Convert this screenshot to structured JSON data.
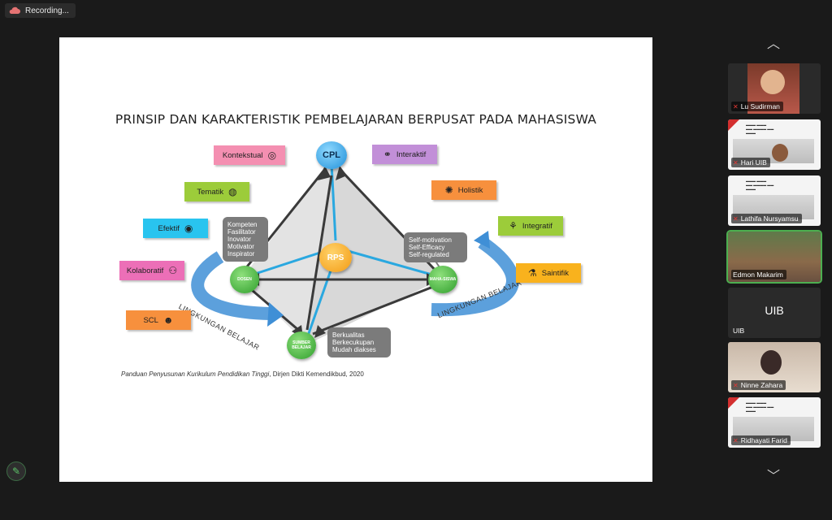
{
  "recording": {
    "label": "Recording..."
  },
  "slide": {
    "title": "PRINSIP DAN KARAKTERISTIK PEMBELAJARAN BERPUSAT PADA MAHASISWA",
    "source_italic": "Panduan Penyusunan Kurikulum Pendidikan Tinggi",
    "source_rest": ", Dirjen Dikti Kemendikbud, 2020",
    "nodes": {
      "cpl": "CPL",
      "rps": "RPS",
      "dosen": "DOSEN",
      "mahasiswa": "MAHA-SISWA",
      "sumber": "SUMBER BELAJAR"
    },
    "tags": {
      "kontekstual": "Kontekstual",
      "tematik": "Tematik",
      "efektif": "Efektif",
      "kolaboratif": "Kolaboratif",
      "scl": "SCL",
      "interaktif": "Interaktif",
      "holistik": "Holistik",
      "integratif": "Integratif",
      "saintifik": "Saintifik"
    },
    "bubbles": {
      "dosen": [
        "Kompeten",
        "Fasilitator",
        "Inovator",
        "Motivator",
        "Inspirator"
      ],
      "mahasiswa": [
        "Self-motivation",
        "Self-Efficacy",
        "Self-regulated"
      ],
      "sumber": [
        "Berkualitas",
        "Berkecukupan",
        "Mudah diakses"
      ]
    },
    "env_left": "LINGKUNGAN BELAJAR",
    "env_right": "LINGKUNGAN BELAJAR",
    "colors": {
      "pink": "#f48fb1",
      "green": "#9ccc3a",
      "cyan": "#29c4ef",
      "magenta": "#ec6fb7",
      "orange": "#f7903d",
      "purple": "#c28fd8",
      "yellow": "#f9b21d",
      "arrow": "#3f8fd6"
    }
  },
  "participants": [
    {
      "name": "Lu Sudirman",
      "muted": true
    },
    {
      "name": "Hari UIB",
      "muted": true
    },
    {
      "name": "Lathifa Nursyamsu",
      "muted": true
    },
    {
      "name": "Edmon Makarim",
      "muted": false,
      "active": true
    },
    {
      "name": "UIB",
      "initials": "UIB",
      "muted": false
    },
    {
      "name": "Ninne Zahara",
      "muted": true
    },
    {
      "name": "Ridhayati Farid",
      "muted": true
    }
  ],
  "icons": {
    "scroll_up": "chevron-up-icon",
    "scroll_down": "chevron-down-icon",
    "annotate": "pencil-icon",
    "mic_muted": "mic-muted-icon"
  }
}
